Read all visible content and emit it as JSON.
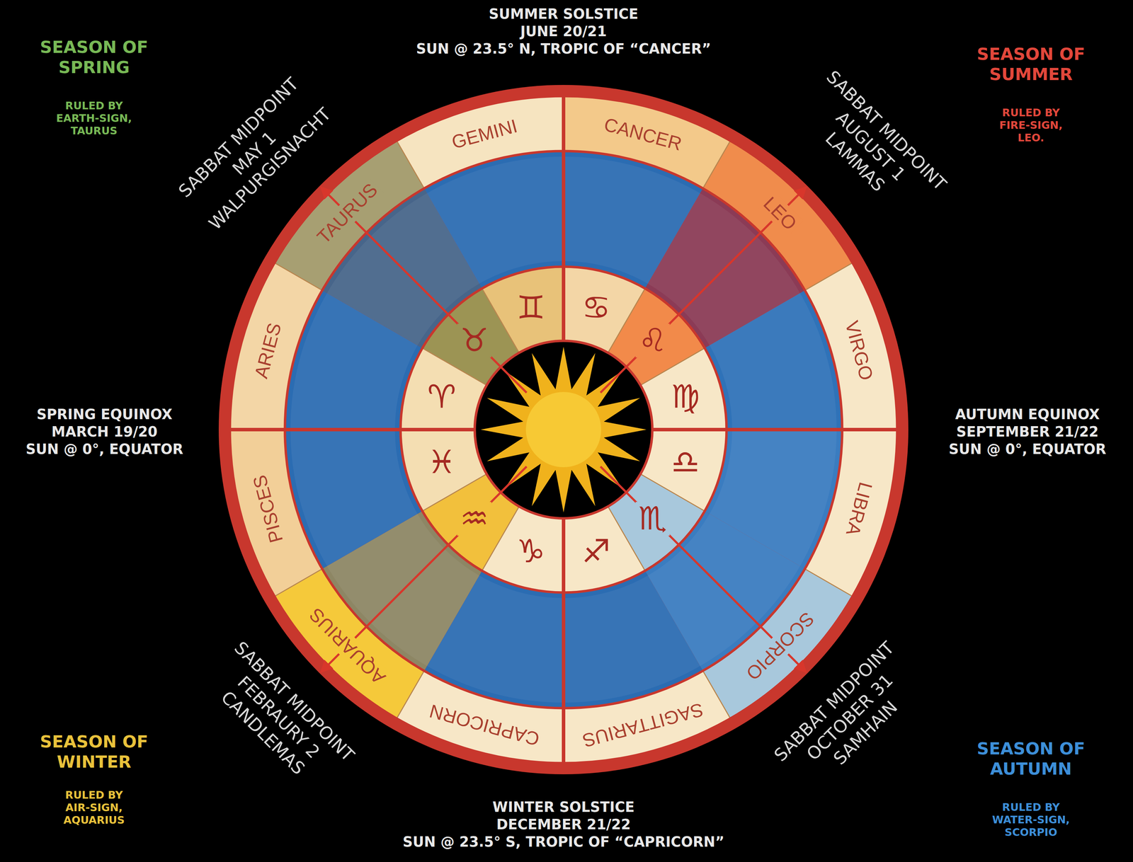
{
  "diagram": {
    "labels": [
      "SUMMER SOLSTICE",
      "JUNE 20/21",
      "SUN @ 23.5° N, TROPIC OF “CANCER”",
      "SEASON OF SPRING",
      "RULED BY EARTH-SIGN, TAURUS",
      "SEASON OF SUMMER",
      "RULED BY FIRE-SIGN, LEO.",
      "SABBAT MIDPOINT",
      "MAY 1",
      "WALPURGISNACHT",
      "SABBAT MIDPOINT",
      "AUGUST 1",
      "LAMMAS",
      "ARIES",
      "TAURUS",
      "GEMINI",
      "CANCER",
      "LEO",
      "VIRGO",
      "LIBRA",
      "SCORPIO",
      "SAGITTARIUS",
      "CAPRICORN",
      "AQUARIUS",
      "PISCES",
      "♈",
      "♉",
      "♊",
      "♋",
      "♌",
      "♍",
      "♎",
      "♏",
      "♐",
      "♑",
      "♒",
      "♓",
      "SPRING EQUINOX",
      "MARCH 19/20",
      "SUN @ 0°, EQUATOR",
      "AUTUMN EQUINOX",
      "SEPTEMBER 21/22",
      "SUN @ 0°, EQUATOR",
      "SABBAT MIDPOINT",
      "FEBRAURY 2",
      "CANDLEMAS",
      "SABBAT MIDPOINT",
      "OCTOBER 31",
      "SAMHAIN",
      "SEASON OF WINTER",
      "RULED BY AIR-SIGN, AQUARIUS",
      "SEASON OF AUTUMN",
      "RULED BY WATER-SIGN, SCORPIO",
      "WINTER SOLSTICE",
      "DECEMBER 21/22",
      "SUN @ 23.5° S, TROPIC OF “CAPRICORN”"
    ]
  }
}
